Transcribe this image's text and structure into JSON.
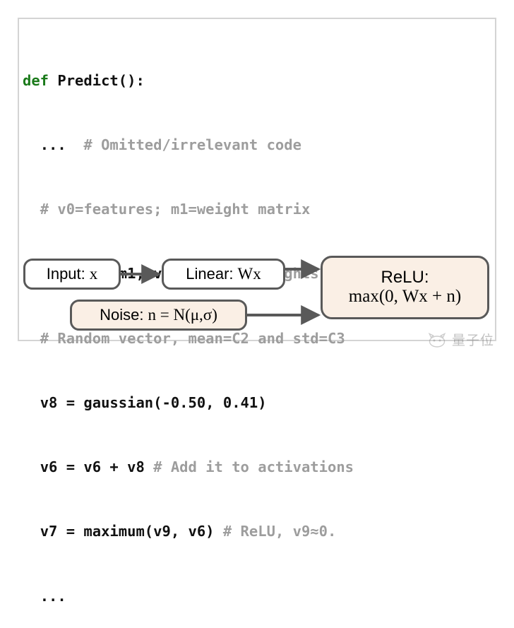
{
  "figure": {
    "border_color": "#d4d4d4",
    "background": "#ffffff"
  },
  "code": {
    "language": "python",
    "keyword_color": "#1a7a1a",
    "code_color": "#111111",
    "comment_color": "#9d9d9d",
    "lines": [
      {
        "indent": "",
        "keyword": "def ",
        "code": "Predict():",
        "comment": ""
      },
      {
        "indent": "  ",
        "keyword": "",
        "code": "...  ",
        "comment": "# Omitted/irrelevant code"
      },
      {
        "indent": "  ",
        "keyword": "",
        "code": "",
        "comment": "# v0=features; m1=weight matrix"
      },
      {
        "indent": "  ",
        "keyword": "",
        "code": "v6 = dot(m1, v0) ",
        "comment": "# Apply weights"
      },
      {
        "indent": "  ",
        "keyword": "",
        "code": "",
        "comment": "# Random vector, mean=C2 and std=C3"
      },
      {
        "indent": "  ",
        "keyword": "",
        "code": "v8 = gaussian(-0.50, 0.41)",
        "comment": ""
      },
      {
        "indent": "  ",
        "keyword": "",
        "code": "v6 = v6 + v8 ",
        "comment": "# Add it to activations"
      },
      {
        "indent": "  ",
        "keyword": "",
        "code": "v7 = maximum(v9, v6) ",
        "comment": "# ReLU, v9≈0."
      },
      {
        "indent": "  ",
        "keyword": "",
        "code": "...",
        "comment": ""
      }
    ]
  },
  "diagram": {
    "node_border_color": "#595959",
    "node_fill_plain": "#ffffff",
    "node_fill_highlight": "#faefe5",
    "arrow_color": "#595959",
    "nodes": {
      "input": {
        "prefix": "Input:",
        "expr": "x"
      },
      "linear": {
        "prefix": "Linear:",
        "expr": "Wx"
      },
      "noise": {
        "prefix": "Noise:",
        "expr": "n = N(μ,σ)"
      },
      "relu": {
        "line1": "ReLU:",
        "line2": "max(0, Wx + n)"
      }
    },
    "arrows": [
      {
        "from": "input",
        "to": "linear"
      },
      {
        "from": "linear",
        "to": "relu"
      },
      {
        "from": "noise",
        "to": "relu"
      }
    ]
  },
  "watermark": {
    "icon": "cat-face-icon",
    "text": "量子位"
  }
}
